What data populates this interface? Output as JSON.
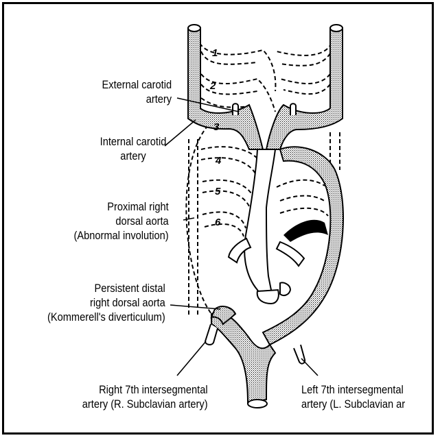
{
  "labels": {
    "external_carotid": [
      "External carotid",
      "artery"
    ],
    "internal_carotid": [
      "Internal carotid",
      "artery"
    ],
    "proximal_right": [
      "Proximal right",
      "dorsal aorta",
      "(Abnormal involution)"
    ],
    "persistent_distal": [
      "Persistent distal",
      "right dorsal aorta",
      "(Kommerell's diverticulum)"
    ],
    "right_7th": [
      "Right 7th intersegmental",
      "artery (R. Subclavian artery)"
    ],
    "left_7th": [
      "Left 7th intersegmental",
      "artery (L. Subclavian ar"
    ]
  },
  "arch_numbers": [
    "1",
    "2",
    "3",
    "4",
    "5",
    "6"
  ]
}
